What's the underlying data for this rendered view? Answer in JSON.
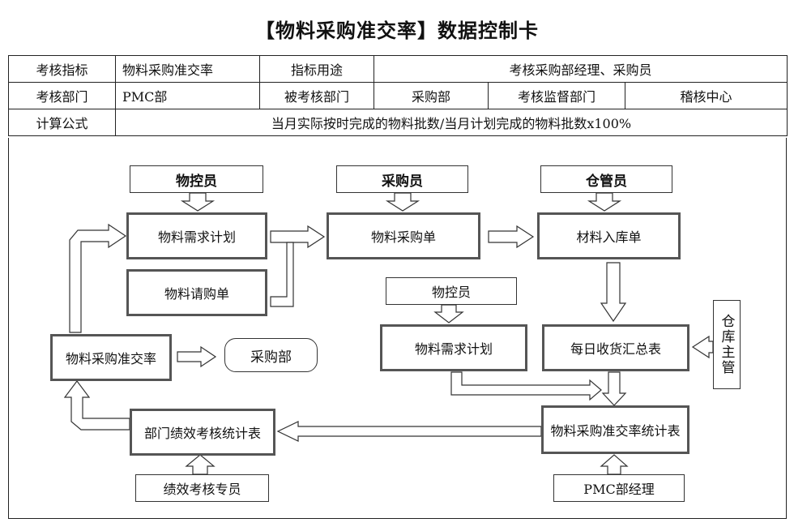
{
  "title": "【物料采购准交率】数据控制卡",
  "table": {
    "row1": {
      "label1": "考核指标",
      "value1": "物料采购准交率",
      "label2": "指标用途",
      "value2": "考核采购部经理、采购员"
    },
    "row2": {
      "label1": "考核部门",
      "value1": "PMC部",
      "label2": "被考核部门",
      "value2": "采购部",
      "label3": "考核监督部门",
      "value3": "稽核中心"
    },
    "row3": {
      "label1": "计算公式",
      "value1": "当月实际按时完成的物料批数/当月计划完成的物料批数x100%"
    }
  },
  "flow": {
    "controller_top": "物控员",
    "buyer_top": "采购员",
    "warehouse_top": "仓管员",
    "demand_plan": "物料需求计划",
    "purchase_order": "物料采购单",
    "receipt": "材料入库单",
    "requisition": "物料请购单",
    "controller_mid": "物控员",
    "demand_plan_2": "物料需求计划",
    "daily_summary": "每日收货汇总表",
    "warehouse_supervisor": "仓库主管",
    "on_time_rate": "物料采购准交率",
    "purchasing_dept": "采购部",
    "dept_stats": "部门绩效考核统计表",
    "rate_stats": "物料采购准交率统计表",
    "kpi_specialist": "绩效考核专员",
    "pmc_manager": "PMC部经理"
  }
}
